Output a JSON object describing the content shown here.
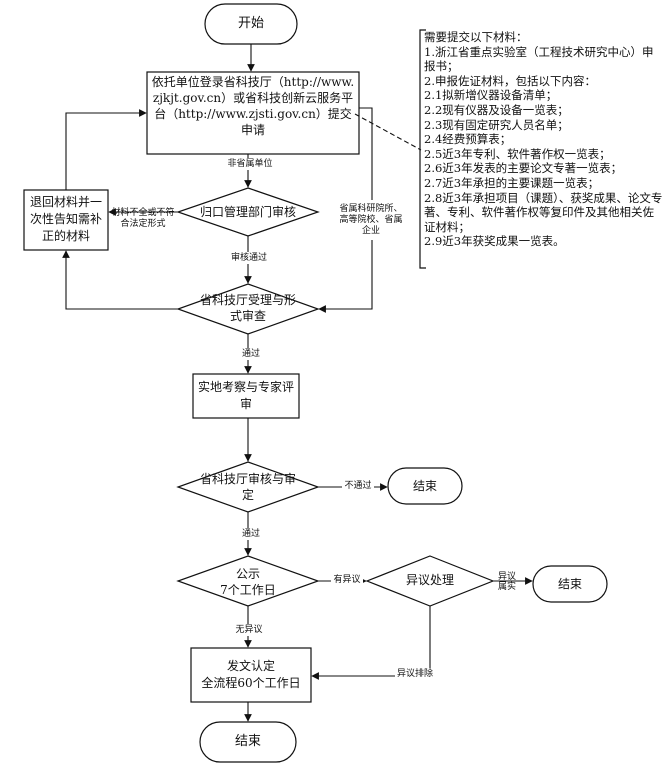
{
  "nodes": {
    "start": "开始",
    "submit": "依托单位登录省科技厅（http://www.zjkjt.gov.cn）或省科技创新云服务平台（http://www.zjsti.gov.cn）提交申请",
    "dept_review": "归口管理部门审核",
    "return_materials": "退回材料并一次性告知需补正的材料",
    "accept_review": "省科技厅受理与形式审查",
    "site_review": "实地考察与专家评审",
    "approval": "省科技厅审核与审定",
    "end_1": "结束",
    "publicity": "公示\n7个工作日",
    "objection": "异议处理",
    "end_2": "结束",
    "issue": "发文认定\n全流程60个工作日",
    "end_3": "结束"
  },
  "edge_labels": {
    "non_provincial": "非省属单位",
    "provincial": "省属科研院所、高等院校、省属企业",
    "incomplete": "材料不全或不符合法定形式",
    "audit_pass": "审核通过",
    "passed_1": "通过",
    "not_passed": "不通过",
    "passed_2": "通过",
    "has_objection": "有异议",
    "objection_confirmed": "异议属实",
    "no_objection": "无异议",
    "objection_removed": "异议排除"
  },
  "requirements": {
    "title": "需要提交以下材料：",
    "items": [
      "1.浙江省重点实验室（工程技术研究中心）申报书；",
      "2.申报佐证材料，包括以下内容：",
      "2.1拟新增仪器设备清单；",
      "2.2现有仪器及设备一览表；",
      "2.3现有固定研究人员名单；",
      "2.4经费预算表；",
      "2.5近3年专利、软件著作权一览表；",
      "2.6近3年发表的主要论文专著一览表；",
      "2.7近3年承担的主要课题一览表；",
      "2.8近3年承担项目（课题）、获奖成果、论文专著、专利、软件著作权等复印件及其他相关佐证材料；",
      "2.9近3年获奖成果一览表。"
    ]
  }
}
